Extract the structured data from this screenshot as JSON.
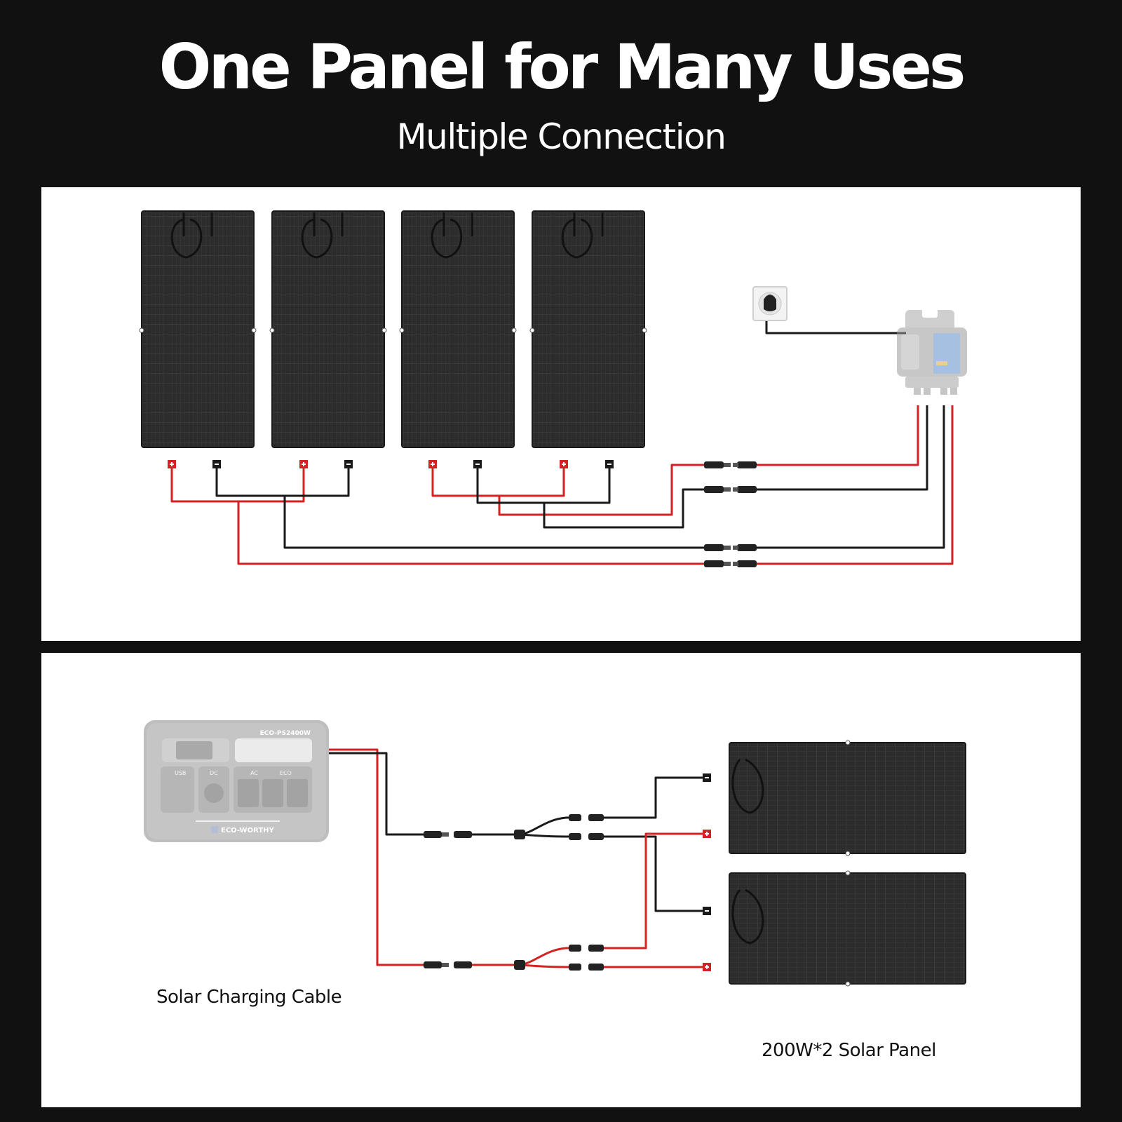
{
  "header": {
    "title": "One Panel for Many Uses",
    "subtitle": "Multiple Connection"
  },
  "scene_bottom": {
    "power_station": {
      "model_label": "ECO-PS2400W",
      "brand_label": "ECO-WORTHY",
      "port_labels": {
        "usb": "USB",
        "dc": "DC",
        "ac": "AC",
        "eco": "ECO"
      }
    },
    "cable_caption": "Solar Charging Cable",
    "panel_caption": "200W*2 Solar Panel"
  },
  "colors": {
    "background": "#111111",
    "card": "#ffffff",
    "positive_wire": "#d42222",
    "negative_wire": "#1a1a1a",
    "panel": "#2e2e2e"
  },
  "icons": [
    "positive-terminal-icon",
    "negative-terminal-icon",
    "wall-socket-icon",
    "mc4-connector-icon",
    "y-branch-connector-icon"
  ]
}
